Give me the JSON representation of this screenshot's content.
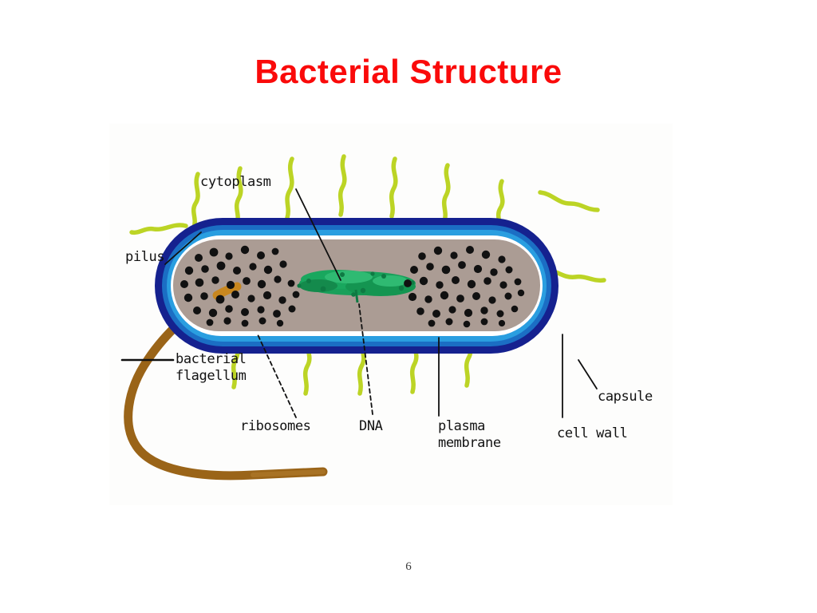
{
  "slide": {
    "title": "Bacterial Structure",
    "title_color": "#FA0A0A",
    "number": "6",
    "background": "#ffffff"
  },
  "figure": {
    "name": "bacterial-cell-diagram",
    "panel_background": "#fdfdfc",
    "colors": {
      "capsule": "#15218f",
      "cell_wall": "#1b6ec4",
      "plasma_membrane": "#2a9ee0",
      "periplasm_gap": "#ffffff",
      "cytoplasm": "#ab9c94",
      "dna_nucleoid": "#18a05a",
      "ribosome": "#111111",
      "pilus": "#bcd425",
      "flagellum": "#9a6418",
      "leader_line": "#101010"
    },
    "labels": [
      {
        "id": "cytoplasm",
        "text": "cytoplasm",
        "text2": ""
      },
      {
        "id": "pilus",
        "text": "pilus",
        "text2": ""
      },
      {
        "id": "bacterial-flagellum",
        "text": "bacterial",
        "text2": "flagellum"
      },
      {
        "id": "ribosomes",
        "text": "ribosomes",
        "text2": ""
      },
      {
        "id": "dna",
        "text": "DNA",
        "text2": ""
      },
      {
        "id": "plasma-membrane",
        "text": "plasma",
        "text2": "membrane"
      },
      {
        "id": "cell-wall",
        "text": "cell wall",
        "text2": ""
      },
      {
        "id": "capsule",
        "text": "capsule",
        "text2": ""
      }
    ],
    "structures": {
      "capsule_label": "capsule",
      "cell_wall_label": "cell wall",
      "plasma_membrane_label": "plasma membrane",
      "cytoplasm_label": "cytoplasm",
      "dna_label": "DNA",
      "ribosomes_label": "ribosomes",
      "pilus_label": "pilus",
      "flagellum_label": "bacterial flagellum"
    },
    "counts": {
      "pili_visible": 13,
      "flagella_visible": 1
    }
  }
}
